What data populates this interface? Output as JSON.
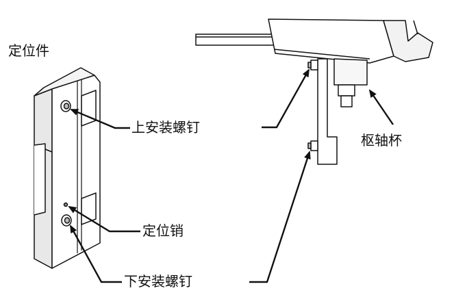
{
  "labels": {
    "locator_part": "定位件",
    "upper_screw": "上安装螺钉",
    "locating_pin": "定位销",
    "lower_screw": "下安装螺钉",
    "pivot_cup": "枢轴杯"
  },
  "colors": {
    "line": "#111111",
    "fill": "#ffffff",
    "shade": "#d9d9d9"
  }
}
